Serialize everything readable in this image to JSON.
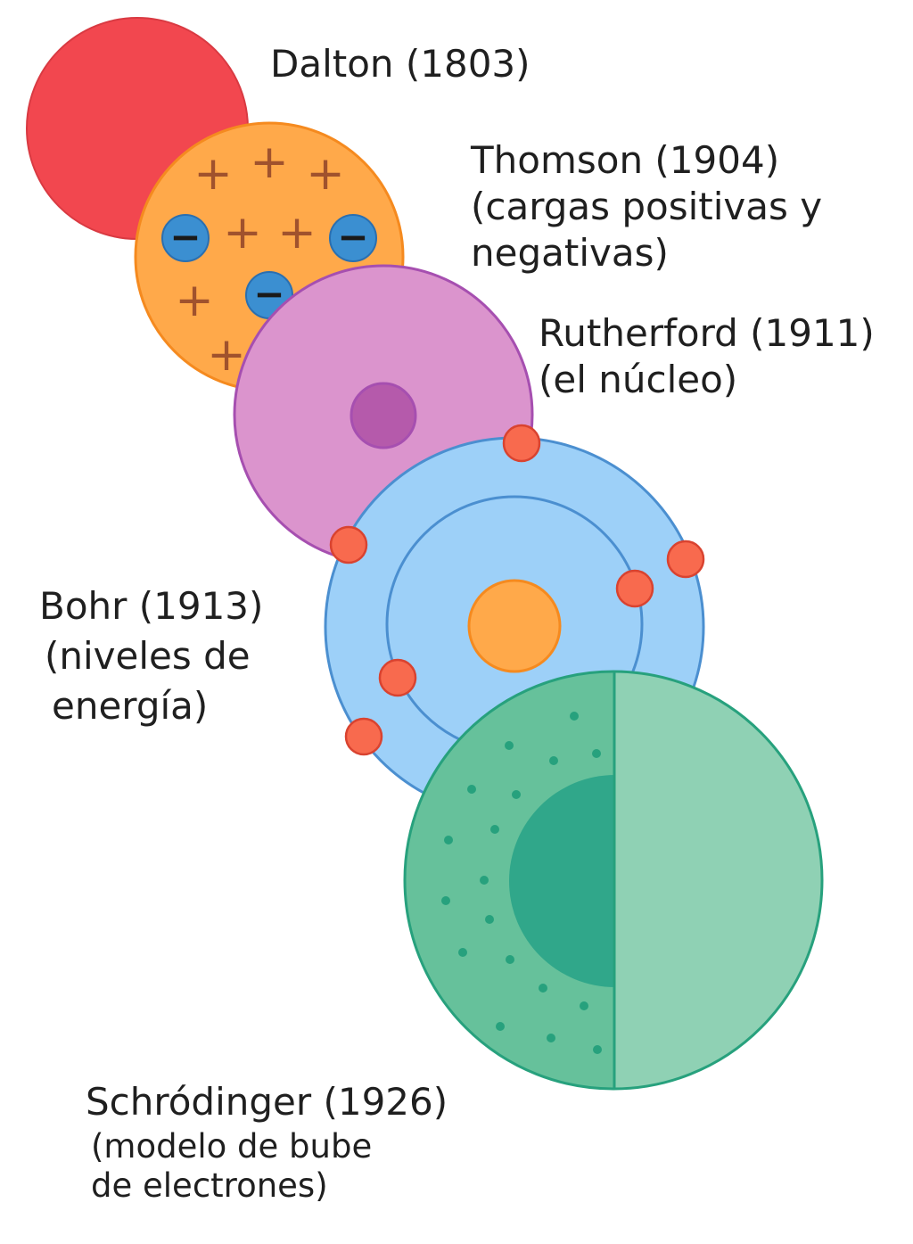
{
  "colors": {
    "dalton_fill": "#f2474f",
    "dalton_stroke": "#d93a42",
    "thomson_fill": "#ffa94a",
    "thomson_stroke": "#f58a1f",
    "plus_sign": "#a0522d",
    "minus_fill": "#3b8fd1",
    "minus_stroke": "#2a6fb0",
    "rutherford_fill": "#db94cd",
    "rutherford_stroke": "#a64fb0",
    "rutherford_nucleus": "#b55aab",
    "bohr_fill": "#9dd0f8",
    "bohr_stroke": "#4b8fd0",
    "bohr_nucleus": "#ffa94a",
    "electron_fill": "#f86a4e",
    "electron_stroke": "#d94330",
    "schrodinger_left": "#66c19b",
    "schrodinger_right": "#8fd1b4",
    "schrodinger_core": "#30a78a",
    "schrodinger_stroke": "#27a17d",
    "schrodinger_dots": "#27a17d"
  },
  "labels": {
    "dalton": {
      "line1": "Dalton (1803)"
    },
    "thomson": {
      "line1": "Thomson (1904)",
      "line2": "(cargas positivas y",
      "line3": "negativas)"
    },
    "rutherford": {
      "line1": "Rutherford (1911)",
      "line2": "(el núcleo)"
    },
    "bohr": {
      "line1": "Bohr (1913)",
      "line2": "(niveles de",
      "line3": "energía)"
    },
    "schrodinger": {
      "line1": "Schródinger (1926)",
      "line2": "(modelo de bube",
      "line3": "de electrones)"
    }
  },
  "symbols": {
    "plus": "+",
    "minus": "−"
  }
}
